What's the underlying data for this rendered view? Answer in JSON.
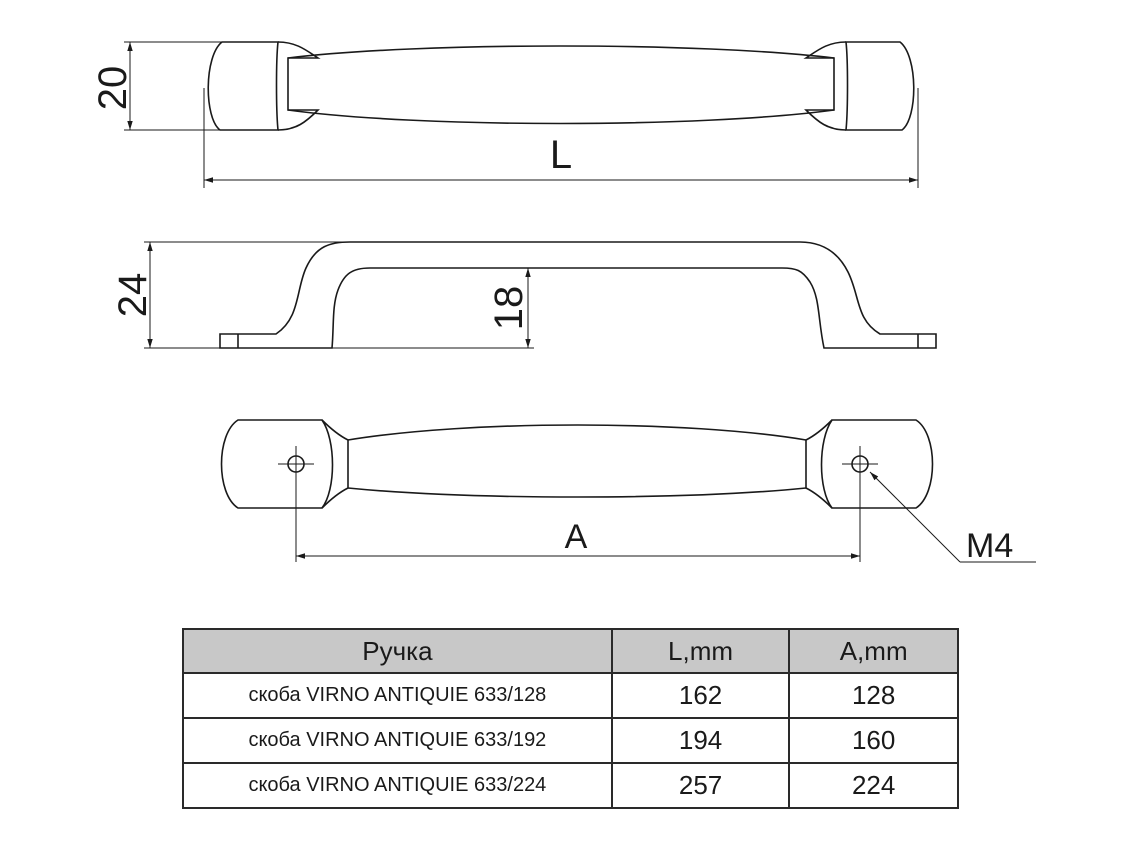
{
  "drawing": {
    "dimensions": {
      "height_top": "20",
      "length": "L",
      "height_side": "24",
      "inner_height": "18",
      "hole_spacing": "A",
      "thread": "M4"
    }
  },
  "spec_table": {
    "headers": [
      "Ручка",
      "L,mm",
      "A,mm"
    ],
    "rows": [
      {
        "name": "скоба VIRNO ANTIQUIE 633/128",
        "l": "162",
        "a": "128"
      },
      {
        "name": "скоба VIRNO ANTIQUIE 633/192",
        "l": "194",
        "a": "160"
      },
      {
        "name": "скоба VIRNO ANTIQUIE 633/224",
        "l": "257",
        "a": "224"
      }
    ]
  },
  "colors": {
    "line": "#1a1a1a",
    "header_bg": "#c8c8c8"
  }
}
